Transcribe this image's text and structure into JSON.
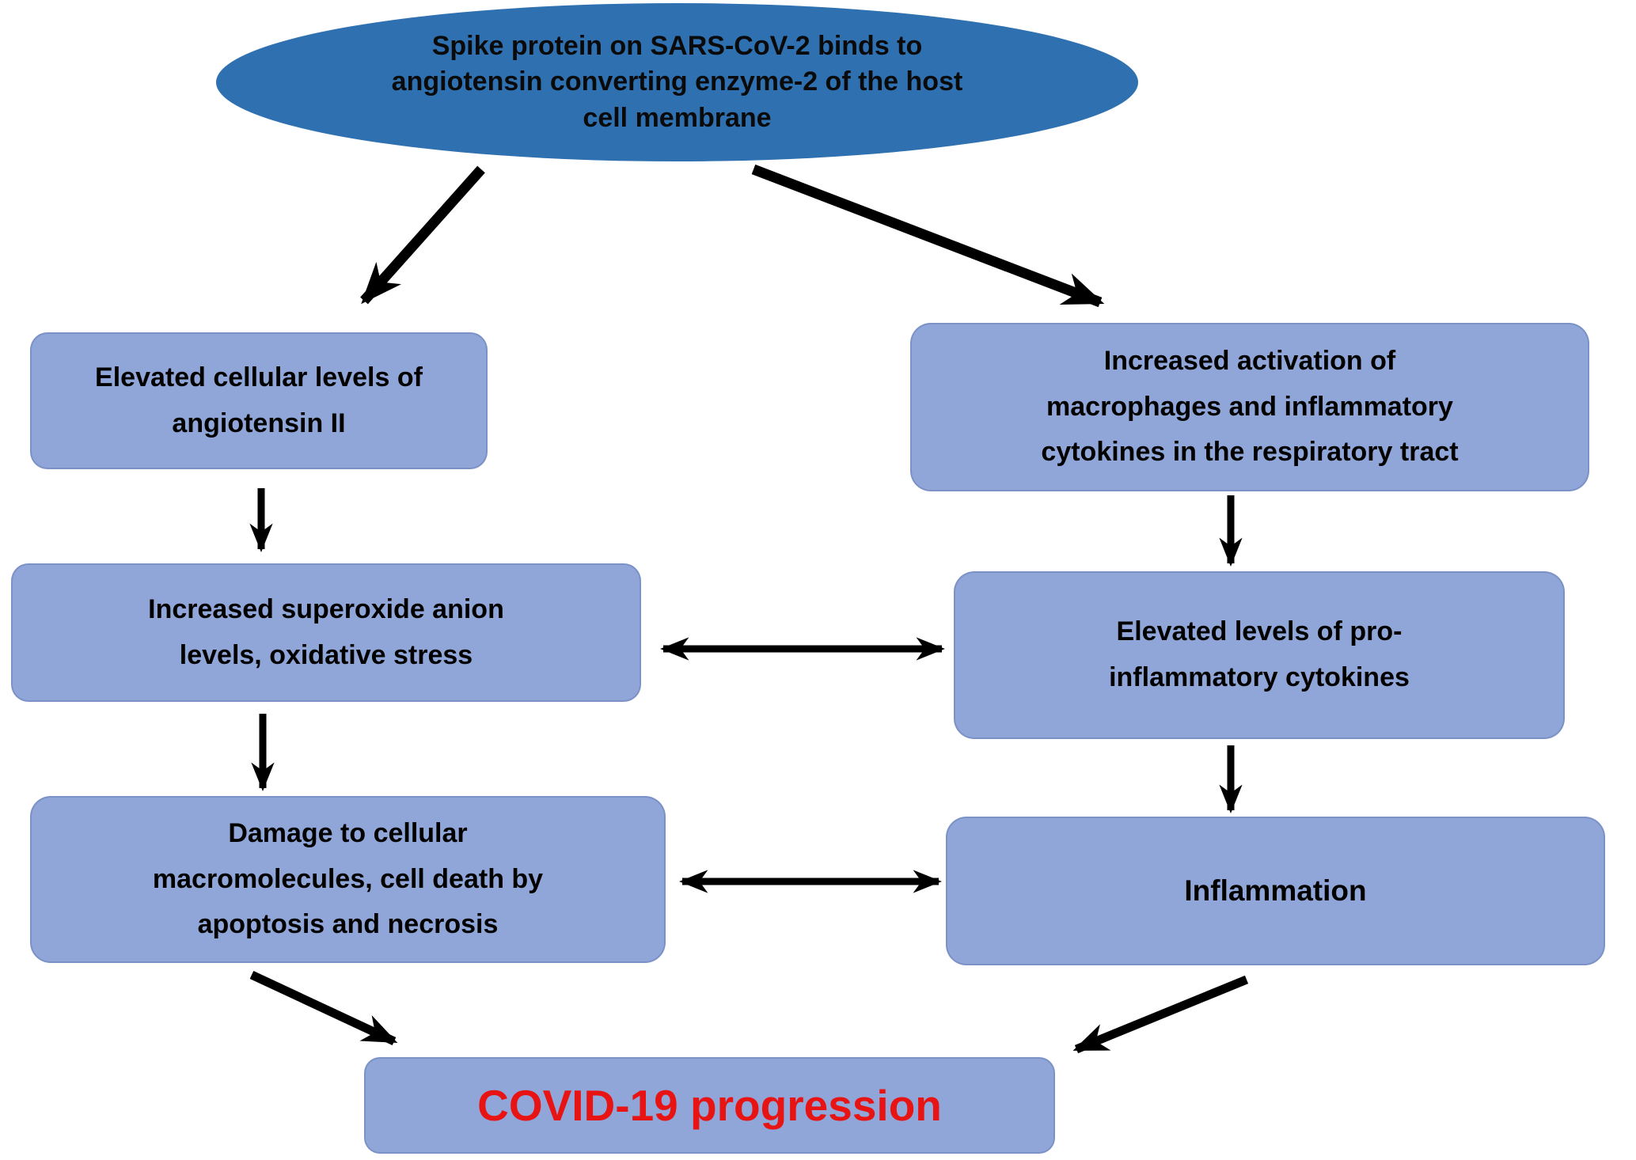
{
  "diagram": {
    "type": "flowchart",
    "topic": "Mechanism of COVID-19 progression via SARS-CoV-2 spike protein binding"
  },
  "colors": {
    "ellipse_fill": "#2F70B0",
    "box_fill": "#90A6D8",
    "arrow": "#000000",
    "node_text": "#000000",
    "covid_text": "#E81414",
    "background": "#FFFFFF"
  },
  "nodes": {
    "spike_binding": {
      "shape": "ellipse",
      "text": "Spike protein on SARS-CoV-2 binds to\nangiotensin converting enzyme-2 of the host\ncell membrane"
    },
    "angiotensin": {
      "shape": "rounded-rect",
      "text": "Elevated cellular levels of\nangiotensin II"
    },
    "macrophage_activation": {
      "shape": "rounded-rect",
      "text": "Increased activation of\nmacrophages and inflammatory\ncytokines in the respiratory tract"
    },
    "superoxide": {
      "shape": "rounded-rect",
      "text": "Increased superoxide anion\nlevels, oxidative stress"
    },
    "cytokines": {
      "shape": "rounded-rect",
      "text": "Elevated levels of pro-\ninflammatory cytokines"
    },
    "damage": {
      "shape": "rounded-rect",
      "text": "Damage to cellular\nmacromolecules, cell death by\napoptosis and necrosis"
    },
    "inflammation": {
      "shape": "rounded-rect",
      "text": "Inflammation"
    },
    "covid_progression": {
      "shape": "rounded-rect",
      "text": "COVID-19 progression"
    }
  },
  "edges": [
    {
      "from": "spike_binding",
      "to": "angiotensin",
      "type": "arrow"
    },
    {
      "from": "spike_binding",
      "to": "macrophage_activation",
      "type": "arrow"
    },
    {
      "from": "angiotensin",
      "to": "superoxide",
      "type": "arrow"
    },
    {
      "from": "macrophage_activation",
      "to": "cytokines",
      "type": "arrow"
    },
    {
      "from": "superoxide",
      "to": "cytokines",
      "type": "double-arrow"
    },
    {
      "from": "superoxide",
      "to": "damage",
      "type": "arrow"
    },
    {
      "from": "cytokines",
      "to": "inflammation",
      "type": "arrow"
    },
    {
      "from": "damage",
      "to": "inflammation",
      "type": "double-arrow"
    },
    {
      "from": "damage",
      "to": "covid_progression",
      "type": "arrow"
    },
    {
      "from": "inflammation",
      "to": "covid_progression",
      "type": "arrow"
    }
  ]
}
